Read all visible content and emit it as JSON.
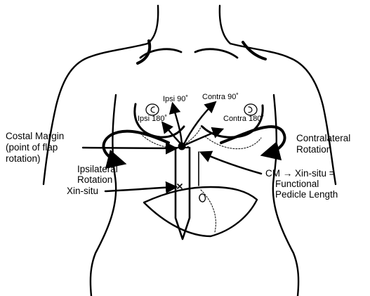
{
  "labels": {
    "ipsi_90": "Ipsi 90˚",
    "ipsi_180": "Ipsi 180˚",
    "contra_90": "Contra 90˚",
    "contra_180": "Contra 180˚",
    "costal_margin_1": "Costal Margin",
    "costal_margin_2": "(point of flap",
    "costal_margin_3": "rotation)",
    "contralateral_1": "Contralateral",
    "contralateral_2": "Rotation",
    "ipsilateral_1": "Ipsilateral",
    "ipsilateral_2": "Rotation",
    "cm_xin_1": "CM → Xin-situ =",
    "cm_xin_2": "Functional",
    "cm_xin_3": "Pedicle Length",
    "xin_situ": "Xin-situ"
  }
}
